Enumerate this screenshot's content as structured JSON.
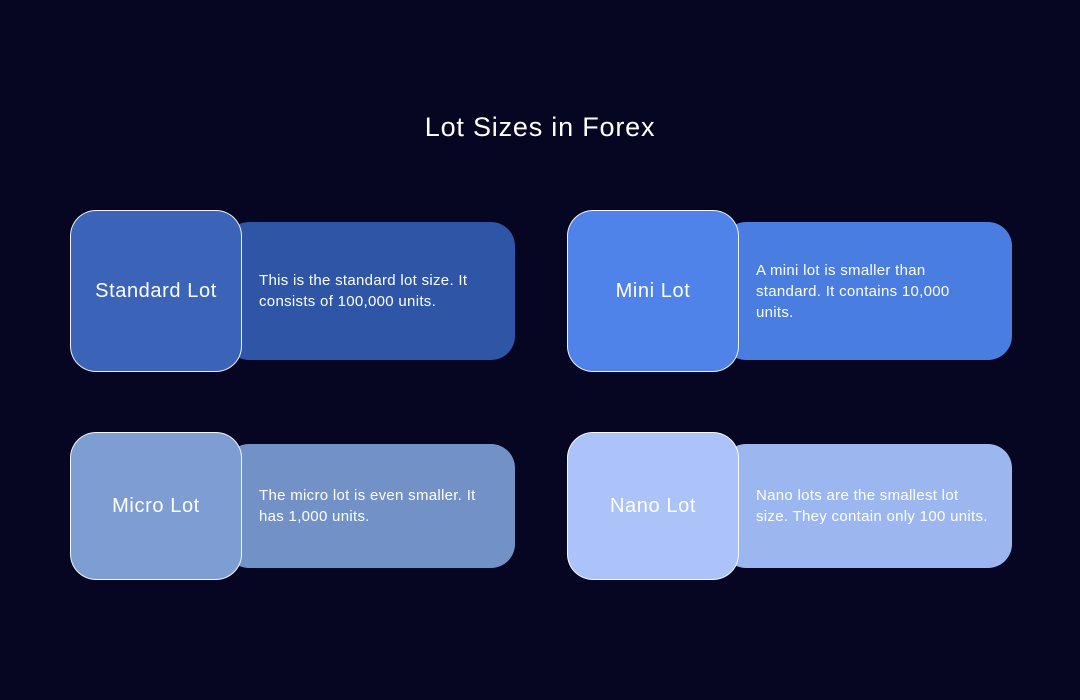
{
  "title": "Lot Sizes in Forex",
  "background_color": "#070622",
  "cards": [
    {
      "label": "Standard Lot",
      "description": "This is the standard lot size. It consists of 100,000 units.",
      "label_color": "#3b64b8",
      "desc_color": "#2e55a6"
    },
    {
      "label": "Mini Lot",
      "description": "A mini lot is smaller than standard. It contains 10,000 units.",
      "label_color": "#4f83ea",
      "desc_color": "#4a7de0"
    },
    {
      "label": "Micro Lot",
      "description": "The micro lot is even smaller. It has 1,000 units.",
      "label_color": "#7e9dd2",
      "desc_color": "#7292c7"
    },
    {
      "label": "Nano Lot",
      "description": "Nano lots are the smallest lot size. They contain only 100 units.",
      "label_color": "#abc3f8",
      "desc_color": "#9cb7f0"
    }
  ]
}
